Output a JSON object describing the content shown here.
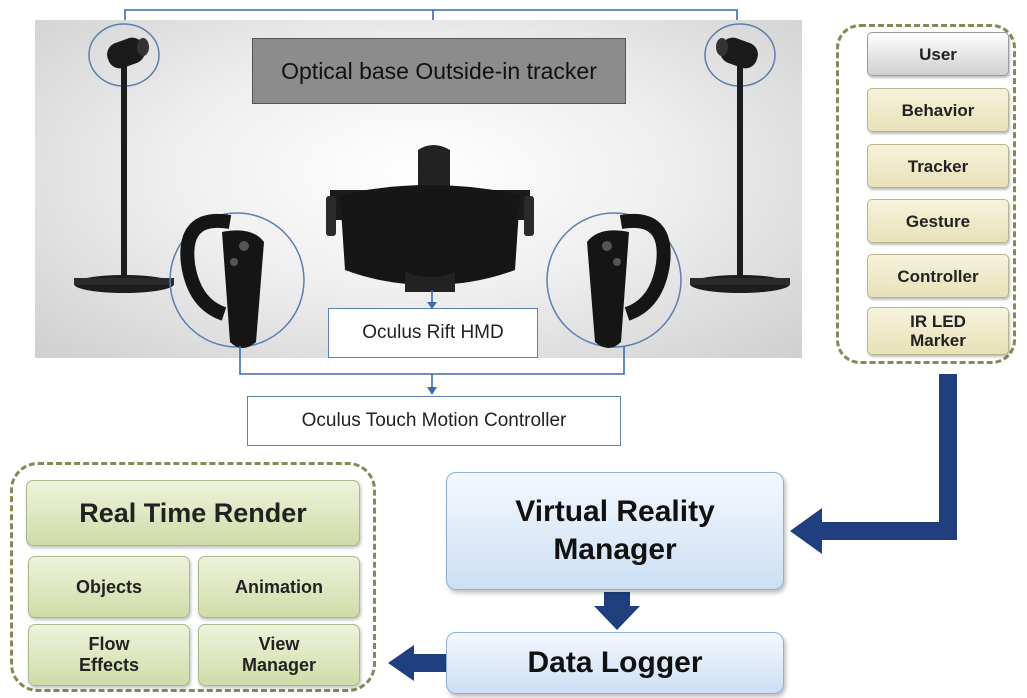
{
  "labels": {
    "tracker": "Optical base Outside-in tracker",
    "hmd": "Oculus Rift HMD",
    "touch": "Oculus Touch Motion Controller"
  },
  "user_panel": {
    "items": [
      "User",
      "Behavior",
      "Tracker",
      "Gesture",
      "Controller",
      "IR LED Marker"
    ]
  },
  "render_panel": {
    "title": "Real Time Render",
    "items": [
      "Objects",
      "Animation",
      "Flow Effects",
      "View Manager"
    ]
  },
  "vr_manager": "Virtual Reality Manager",
  "data_logger": "Data Logger",
  "colors": {
    "arrow": "#1f3f7f",
    "connector": "#3e6aa8",
    "dashed_border": "#8a8656"
  }
}
